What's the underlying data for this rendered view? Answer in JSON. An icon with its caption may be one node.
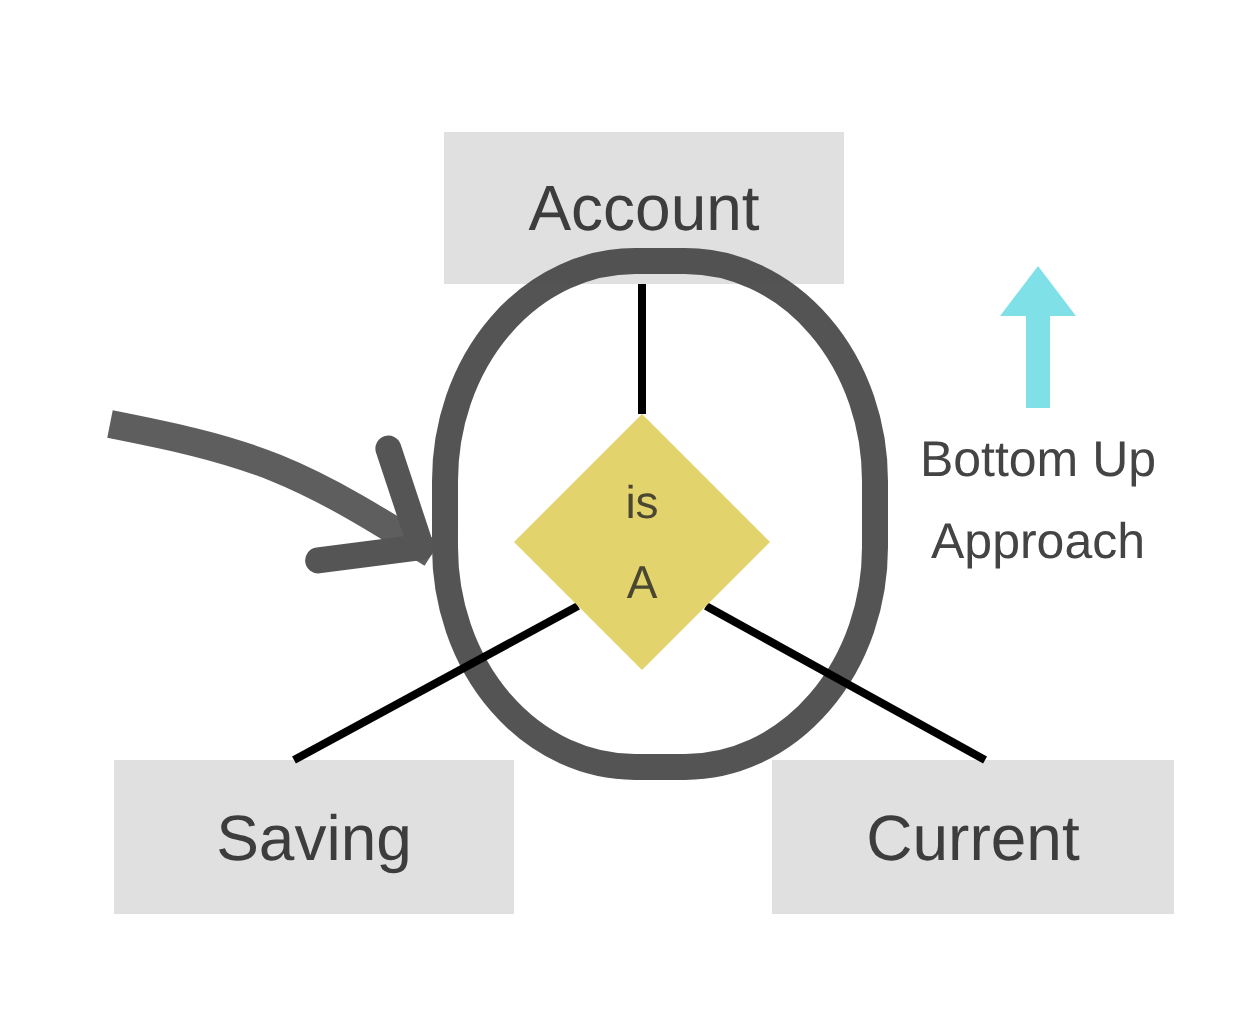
{
  "diagram": {
    "nodes": [
      {
        "text": [
          "Account"
        ]
      },
      {
        "text": [],
        "shape": "ellipse"
      },
      {
        "text": [
          "is A"
        ],
        "in": 1
      },
      {
        "text": [
          "Saving"
        ]
      },
      {
        "text": [
          "Current"
        ]
      }
    ],
    "edges": [
      {
        "from": 0,
        "to": 2,
        "arrow": "none"
      },
      {
        "from": 2,
        "to": 3,
        "arrow": "none"
      },
      {
        "from": 2,
        "to": 4,
        "arrow": "none"
      },
      {
        "from": null,
        "to": 1,
        "arrow": "to",
        "style": "thick",
        "color": "#555555"
      }
    ],
    "labels": [
      "Bottom Up Approach"
    ]
  }
}
